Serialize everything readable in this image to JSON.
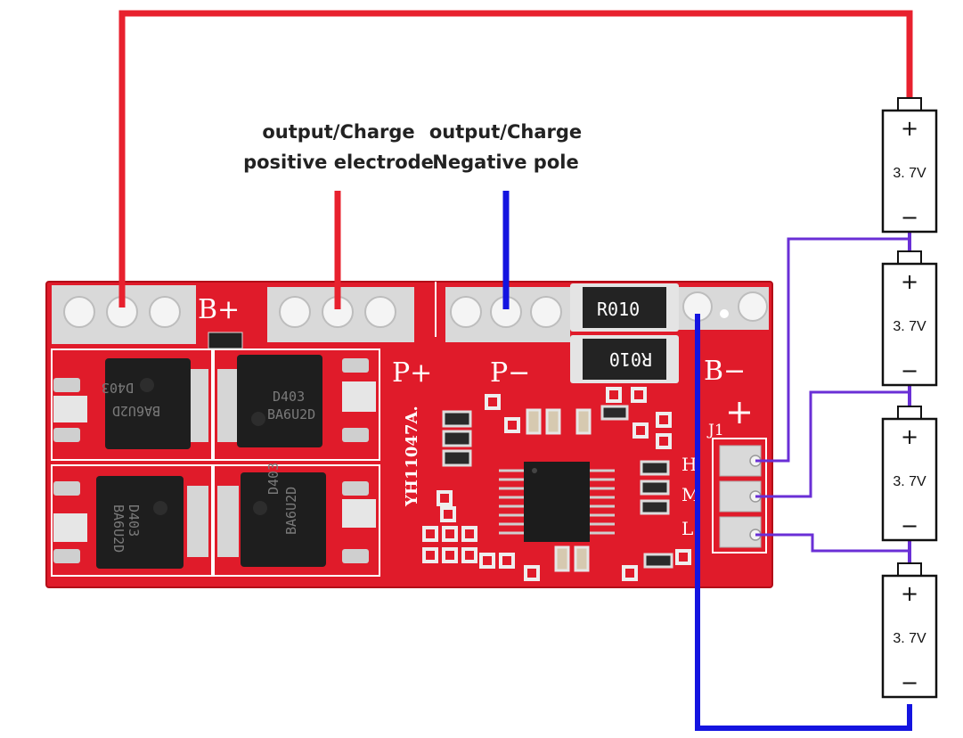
{
  "labels": {
    "positive_line1": "output/Charge",
    "positive_line2": "positive electrode",
    "negative_line1": "output/Charge",
    "negative_line2": "Negative pole"
  },
  "board": {
    "pad_b_plus": "B+",
    "pad_p_plus": "P+",
    "pad_p_minus": "P−",
    "pad_b_minus": "B−",
    "model": "YH11047A.",
    "connector": "J1",
    "conn_h": "H",
    "conn_m": "M",
    "conn_l": "L",
    "mosfet_1": "D403",
    "mosfet_1b": "BA6U2D",
    "mosfet_2": "D403",
    "mosfet_2b": "BA6U2D",
    "mosfet_3": "D403",
    "mosfet_3b": "BA6U2D",
    "mosfet_4": "D403",
    "mosfet_4b": "BA6U2D",
    "shunt_1": "R010",
    "shunt_2": "R010"
  },
  "batteries": [
    {
      "plus": "+",
      "voltage": "3. 7V",
      "minus": "−"
    },
    {
      "plus": "+",
      "voltage": "3. 7V",
      "minus": "−"
    },
    {
      "plus": "+",
      "voltage": "3. 7V",
      "minus": "−"
    },
    {
      "plus": "+",
      "voltage": "3. 7V",
      "minus": "−"
    }
  ],
  "colors": {
    "positive_wire": "#e8212e",
    "negative_wire": "#1414e0",
    "balance_wire": "#6a2fd6",
    "pcb": "#e01b2a",
    "pcb_dark": "#c0101c",
    "pad": "#d9d9d9"
  }
}
